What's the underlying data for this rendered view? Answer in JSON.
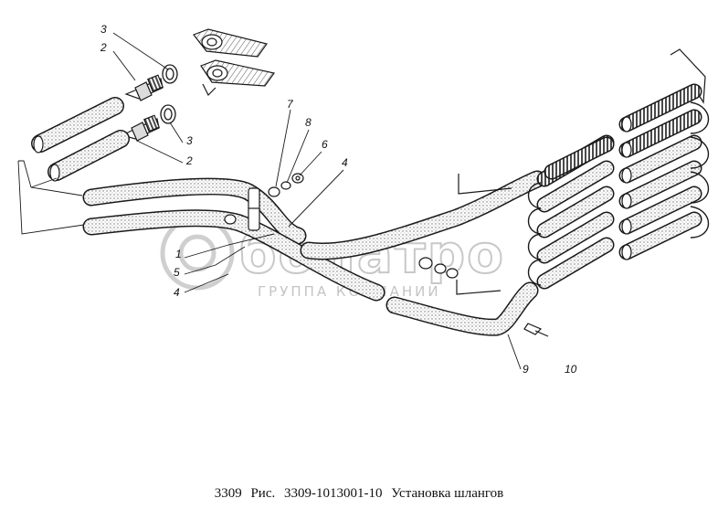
{
  "caption": {
    "model": "3309",
    "fig_label": "Рис.",
    "fig_number": "3309-1013001-10",
    "title": "Установка шлангов"
  },
  "watermark": {
    "brand": "болатро",
    "subtitle": "ГРУППА КОМПАНИИ"
  },
  "callouts": [
    "3",
    "2",
    "3",
    "2",
    "7",
    "8",
    "6",
    "4",
    "1",
    "5",
    "4",
    "9",
    "10"
  ],
  "colors": {
    "line": "#1a1a1a",
    "hatch": "#6e6e6e",
    "watermark": "#c8c8c8"
  }
}
